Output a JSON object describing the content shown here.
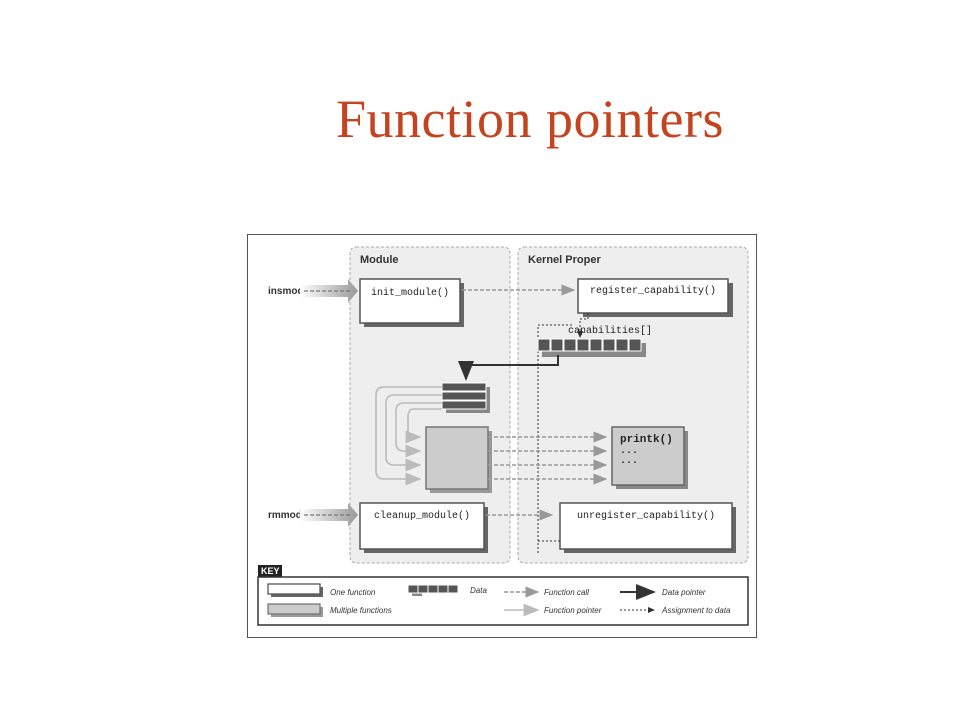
{
  "title": "Function pointers",
  "diagram": {
    "regions": {
      "module": "Module",
      "kernel": "Kernel Proper"
    },
    "inputs": {
      "insmod": "insmod",
      "rmmod": "rmmod"
    },
    "boxes": {
      "init_module": "init_module()",
      "register_capability": "register_capability()",
      "capabilities": "capabilities[]",
      "printk": "printk()",
      "printk_dots1": "...",
      "printk_dots2": "...",
      "cleanup_module": "cleanup_module()",
      "unregister_capability": "unregister_capability()"
    },
    "key": {
      "title": "KEY",
      "one_function": "One function",
      "multiple_functions": "Multiple functions",
      "data": "Data",
      "function_call": "Function call",
      "function_pointer": "Function pointer",
      "data_pointer": "Data pointer",
      "assignment_to_data": "Assignment to data"
    },
    "colors": {
      "region_fill": "#eeeeee",
      "box_shadow": "#666666",
      "function_pointer_line": "#bbbbbb",
      "data_block": "#555555"
    }
  }
}
